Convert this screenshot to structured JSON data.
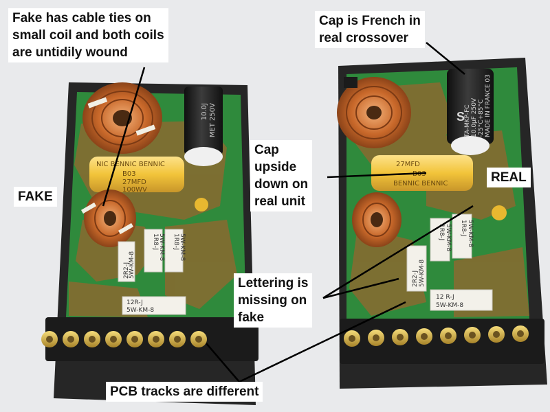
{
  "annotations": {
    "fake_coils": "Fake has cable ties on\nsmall coil and both coils\nare untidily wound",
    "french_cap": "Cap is French in\nreal crossover",
    "cap_upside_down": "Cap\nupside\ndown on\nreal unit",
    "fake": "FAKE",
    "real": "REAL",
    "lettering_missing": "Lettering is\nmissing on\nfake",
    "pcb_tracks": "PCB tracks are different"
  },
  "fake_board": {
    "black_cap": [
      "10.0J",
      "MET 250V"
    ],
    "yellow_cap": [
      "NIC BENNIC BENNIC",
      "B03",
      "27MFD",
      "100WV"
    ],
    "resistors": [
      "1R8-J",
      "5W-KM-8",
      "1R8-J",
      "5W-KM-8",
      "2R2-J",
      "5W-KM-8",
      "12R-J",
      "5W-KM-8"
    ]
  },
  "real_board": {
    "black_cap": [
      "TA-MKP-FC",
      "10.0µF 250V",
      "-25°C+85°C",
      "MADE IN FRANCE 03"
    ],
    "yellow_cap": [
      "27MFD",
      "B03",
      "BENNIC BENNIC"
    ],
    "resistors": [
      "1R8-J",
      "5W-KM-8",
      "1R8-J",
      "5W-KM-8",
      "2R2-J",
      "5W-KM-8",
      "12 R-J",
      "5W-KM-8"
    ]
  },
  "colors": {
    "pcb_green": "#2f8a3c",
    "pcb_brown": "#8a6a30",
    "case_black": "#2a2a2a",
    "copper": "#c86a2a",
    "yellow_cap": "#f2c43a",
    "terminal_gold": "#d8b44a",
    "background": "#e9eaec"
  }
}
